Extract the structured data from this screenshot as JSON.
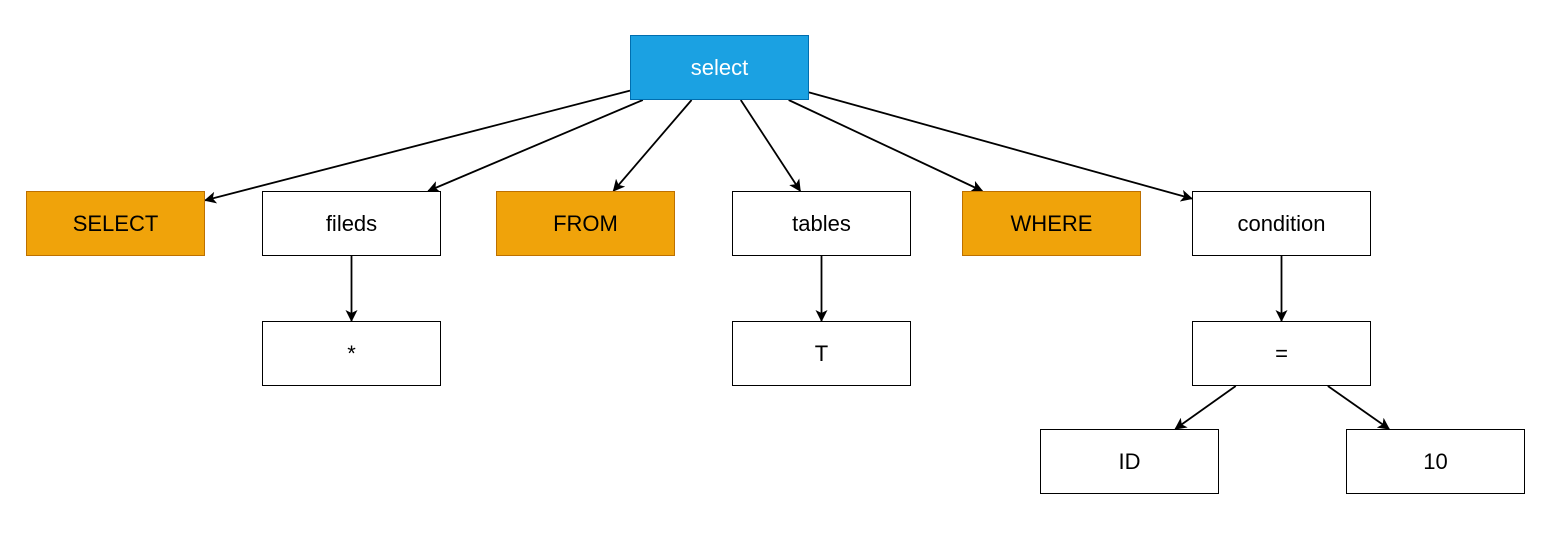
{
  "colors": {
    "root_fill": "#1ba1e2",
    "keyword_fill": "#f0a30a",
    "node_fill": "#ffffff",
    "edge": "#000000"
  },
  "nodes": {
    "root": "select",
    "select_kw": "SELECT",
    "fields": "fileds",
    "from_kw": "FROM",
    "tables": "tables",
    "where_kw": "WHERE",
    "condition": "condition",
    "star": "*",
    "table_t": "T",
    "equals": "=",
    "id": "ID",
    "ten": "10"
  },
  "edges": [
    [
      "root",
      "select_kw"
    ],
    [
      "root",
      "fields"
    ],
    [
      "root",
      "from_kw"
    ],
    [
      "root",
      "tables"
    ],
    [
      "root",
      "where_kw"
    ],
    [
      "root",
      "condition"
    ],
    [
      "fields",
      "star"
    ],
    [
      "tables",
      "table_t"
    ],
    [
      "condition",
      "equals"
    ],
    [
      "equals",
      "id"
    ],
    [
      "equals",
      "ten"
    ]
  ]
}
